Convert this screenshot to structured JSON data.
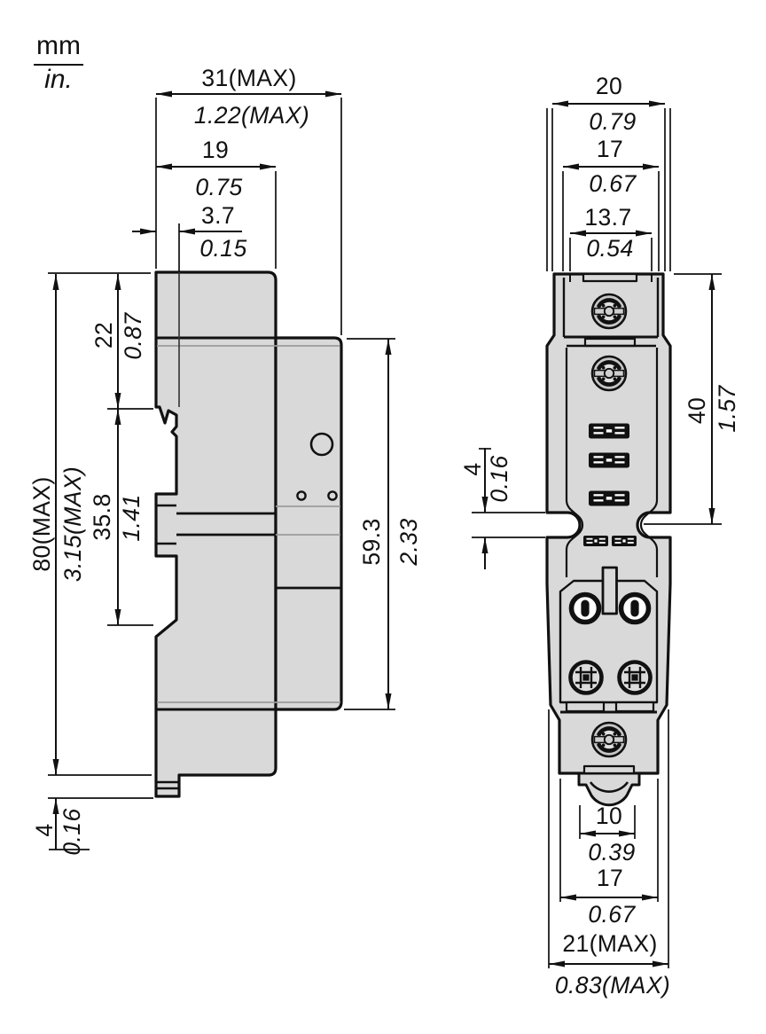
{
  "colors": {
    "body_fill": "#d9d9d9",
    "line": "#111111",
    "thin_line": "#9b9b9b"
  },
  "legend": {
    "unit_top": "mm",
    "unit_bottom": "in."
  },
  "dims": {
    "w31": {
      "mm": "31(MAX)",
      "in": "1.22(MAX)"
    },
    "w19": {
      "mm": "19",
      "in": "0.75"
    },
    "w3_7": {
      "mm": "3.7",
      "in": "0.15"
    },
    "h22": {
      "mm": "22",
      "in": "0.87"
    },
    "h35_8": {
      "mm": "35.8",
      "in": "1.41"
    },
    "h80": {
      "mm": "80(MAX)",
      "in": "3.15(MAX)"
    },
    "h59_3": {
      "mm": "59.3",
      "in": "2.33"
    },
    "h4_side": {
      "mm": "4",
      "in": "0.16"
    },
    "w20": {
      "mm": "20",
      "in": "0.79"
    },
    "w17_top": {
      "mm": "17",
      "in": "0.67"
    },
    "w13_7": {
      "mm": "13.7",
      "in": "0.54"
    },
    "h40": {
      "mm": "40",
      "in": "1.57"
    },
    "h4_front": {
      "mm": "4",
      "in": "0.16"
    },
    "w10": {
      "mm": "10",
      "in": "0.39"
    },
    "w17_bottom": {
      "mm": "17",
      "in": "0.67"
    },
    "w21": {
      "mm": "21(MAX)",
      "in": "0.83(MAX)"
    }
  }
}
